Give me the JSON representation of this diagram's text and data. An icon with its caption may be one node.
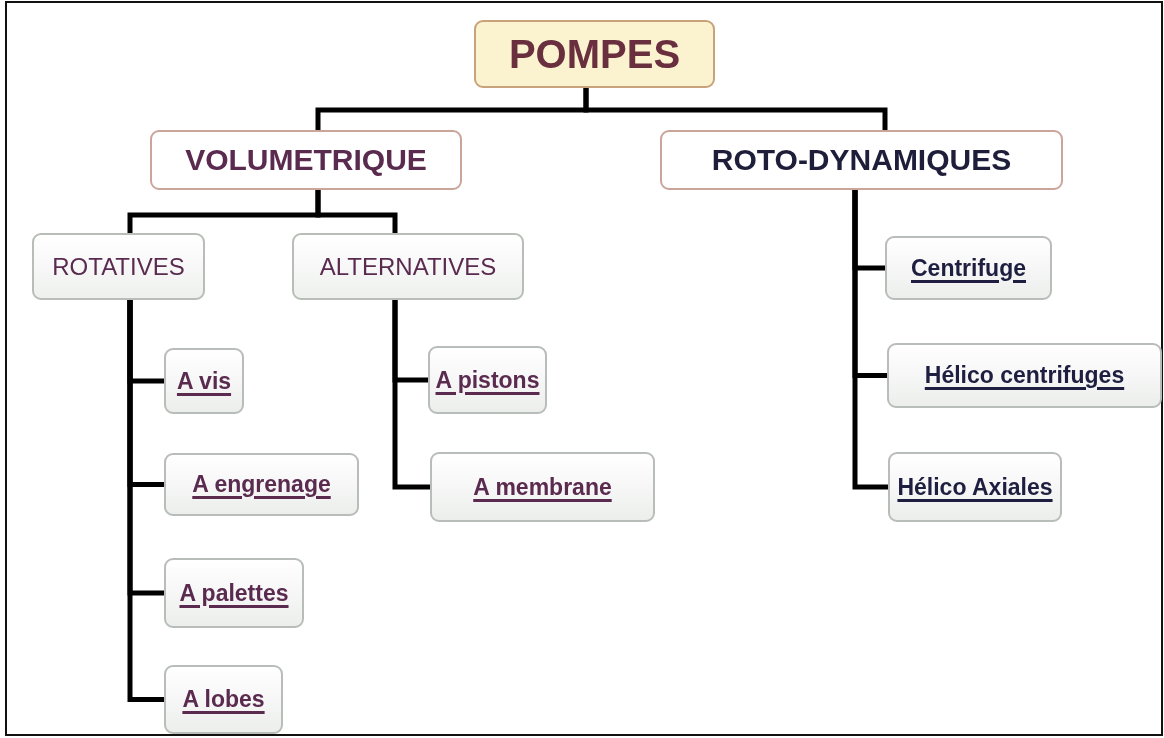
{
  "diagram": {
    "nodes": [
      {
        "text": [
          "POMPES"
        ]
      },
      {
        "text": [
          "VOLUMETRIQUE"
        ]
      },
      {
        "text": [
          "ROTO-DYNAMIQUES"
        ]
      },
      {
        "text": [
          "ROTATIVES"
        ]
      },
      {
        "text": [
          "ALTERNATIVES"
        ]
      },
      {
        "text": [
          "A vis"
        ]
      },
      {
        "text": [
          "A engrenage"
        ]
      },
      {
        "text": [
          "A palettes"
        ]
      },
      {
        "text": [
          "A lobes"
        ]
      },
      {
        "text": [
          "A pistons"
        ]
      },
      {
        "text": [
          "A membrane"
        ]
      },
      {
        "text": [
          "Centrifuge"
        ]
      },
      {
        "text": [
          "Hélico centrifuges"
        ]
      },
      {
        "text": [
          "Hélico Axiales"
        ]
      }
    ],
    "edges": [
      {
        "from": 0,
        "to": 1,
        "arrow": "none"
      },
      {
        "from": 0,
        "to": 2,
        "arrow": "none"
      },
      {
        "from": 1,
        "to": 3,
        "arrow": "none"
      },
      {
        "from": 1,
        "to": 4,
        "arrow": "none"
      },
      {
        "from": 3,
        "to": 5,
        "arrow": "none"
      },
      {
        "from": 3,
        "to": 6,
        "arrow": "none"
      },
      {
        "from": 3,
        "to": 7,
        "arrow": "none"
      },
      {
        "from": 3,
        "to": 8,
        "arrow": "none"
      },
      {
        "from": 4,
        "to": 9,
        "arrow": "none"
      },
      {
        "from": 4,
        "to": 10,
        "arrow": "none"
      },
      {
        "from": 2,
        "to": 11,
        "arrow": "none"
      },
      {
        "from": 2,
        "to": 12,
        "arrow": "none"
      },
      {
        "from": 2,
        "to": 13,
        "arrow": "none"
      }
    ]
  }
}
